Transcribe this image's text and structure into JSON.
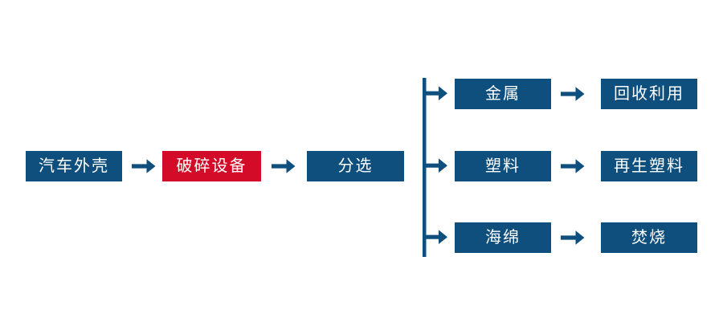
{
  "diagram": {
    "type": "process-flowchart",
    "title": "",
    "colors": {
      "node_blue": "#0e4f7e",
      "node_red": "#d40b28",
      "arrow_blue": "#0e4f7e",
      "bus_line": "#0e4f7e",
      "node_text": "#ffffff",
      "background": "#ffffff"
    },
    "main_chain": [
      {
        "id": "shell",
        "label": "汽车外壳",
        "color": "blue"
      },
      {
        "id": "crusher",
        "label": "破碎设备",
        "color": "red"
      },
      {
        "id": "sorting",
        "label": "分选",
        "color": "blue"
      }
    ],
    "branches": [
      {
        "id": "metal",
        "material": {
          "label": "金属",
          "color": "blue"
        },
        "outcome": {
          "label": "回收利用",
          "color": "blue"
        }
      },
      {
        "id": "plastic",
        "material": {
          "label": "塑料",
          "color": "blue"
        },
        "outcome": {
          "label": "再生塑料",
          "color": "blue"
        }
      },
      {
        "id": "sponge",
        "material": {
          "label": "海绵",
          "color": "blue"
        },
        "outcome": {
          "label": "焚烧",
          "color": "blue"
        }
      }
    ],
    "connectors": [
      {
        "id": "shell-to-crusher",
        "icon": "arrow-right-icon"
      },
      {
        "id": "crusher-to-sorting",
        "icon": "arrow-right-icon"
      },
      {
        "id": "sorting-split-bus",
        "icon": "split-bus-icon"
      },
      {
        "id": "metal-to-recycle",
        "icon": "arrow-right-icon"
      },
      {
        "id": "plastic-to-regranule",
        "icon": "arrow-right-icon"
      },
      {
        "id": "sponge-to-incinerate",
        "icon": "arrow-right-icon"
      }
    ]
  }
}
